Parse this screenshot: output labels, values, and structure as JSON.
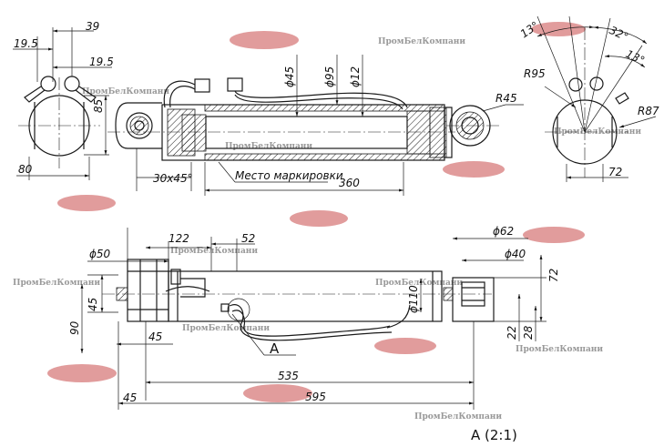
{
  "watermark_text": "ПромБелКомпани",
  "view_label": "A (2:1)",
  "leader_label": "A",
  "marking_note": "Место маркировки",
  "chamfer_note": "30x45°",
  "dims": {
    "d39": "39",
    "d19_5_top": "19.5",
    "d19_5_low": "19.5",
    "d85": "85",
    "d80": "80",
    "phi45": "ϕ45",
    "phi95": "ϕ95",
    "phi12": "ϕ12",
    "d360": "360",
    "r45": "R45",
    "a13_left": "13°",
    "a32": "32°",
    "a13_right": "13°",
    "r95": "R95",
    "r87": "R87",
    "d72_top": "72",
    "d122": "122",
    "d52": "52",
    "phi50": "ϕ50",
    "d45_left": "45",
    "d90": "90",
    "d45_bottom": "45",
    "phi110": "ϕ110",
    "phi62": "ϕ62",
    "phi40": "ϕ40",
    "d72_right": "72",
    "d22": "22",
    "d28": "28",
    "d535": "535",
    "d595": "595",
    "d45_base": "45"
  }
}
